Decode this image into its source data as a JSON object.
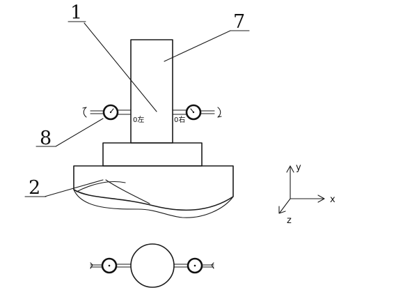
{
  "labels": {
    "part_1": "1",
    "part_7": "7",
    "part_8": "8",
    "part_2": "2"
  },
  "gauges": {
    "left_reading": "0左",
    "right_reading": "0右"
  },
  "axes": {
    "y": "y",
    "x": "x",
    "z": "z"
  }
}
